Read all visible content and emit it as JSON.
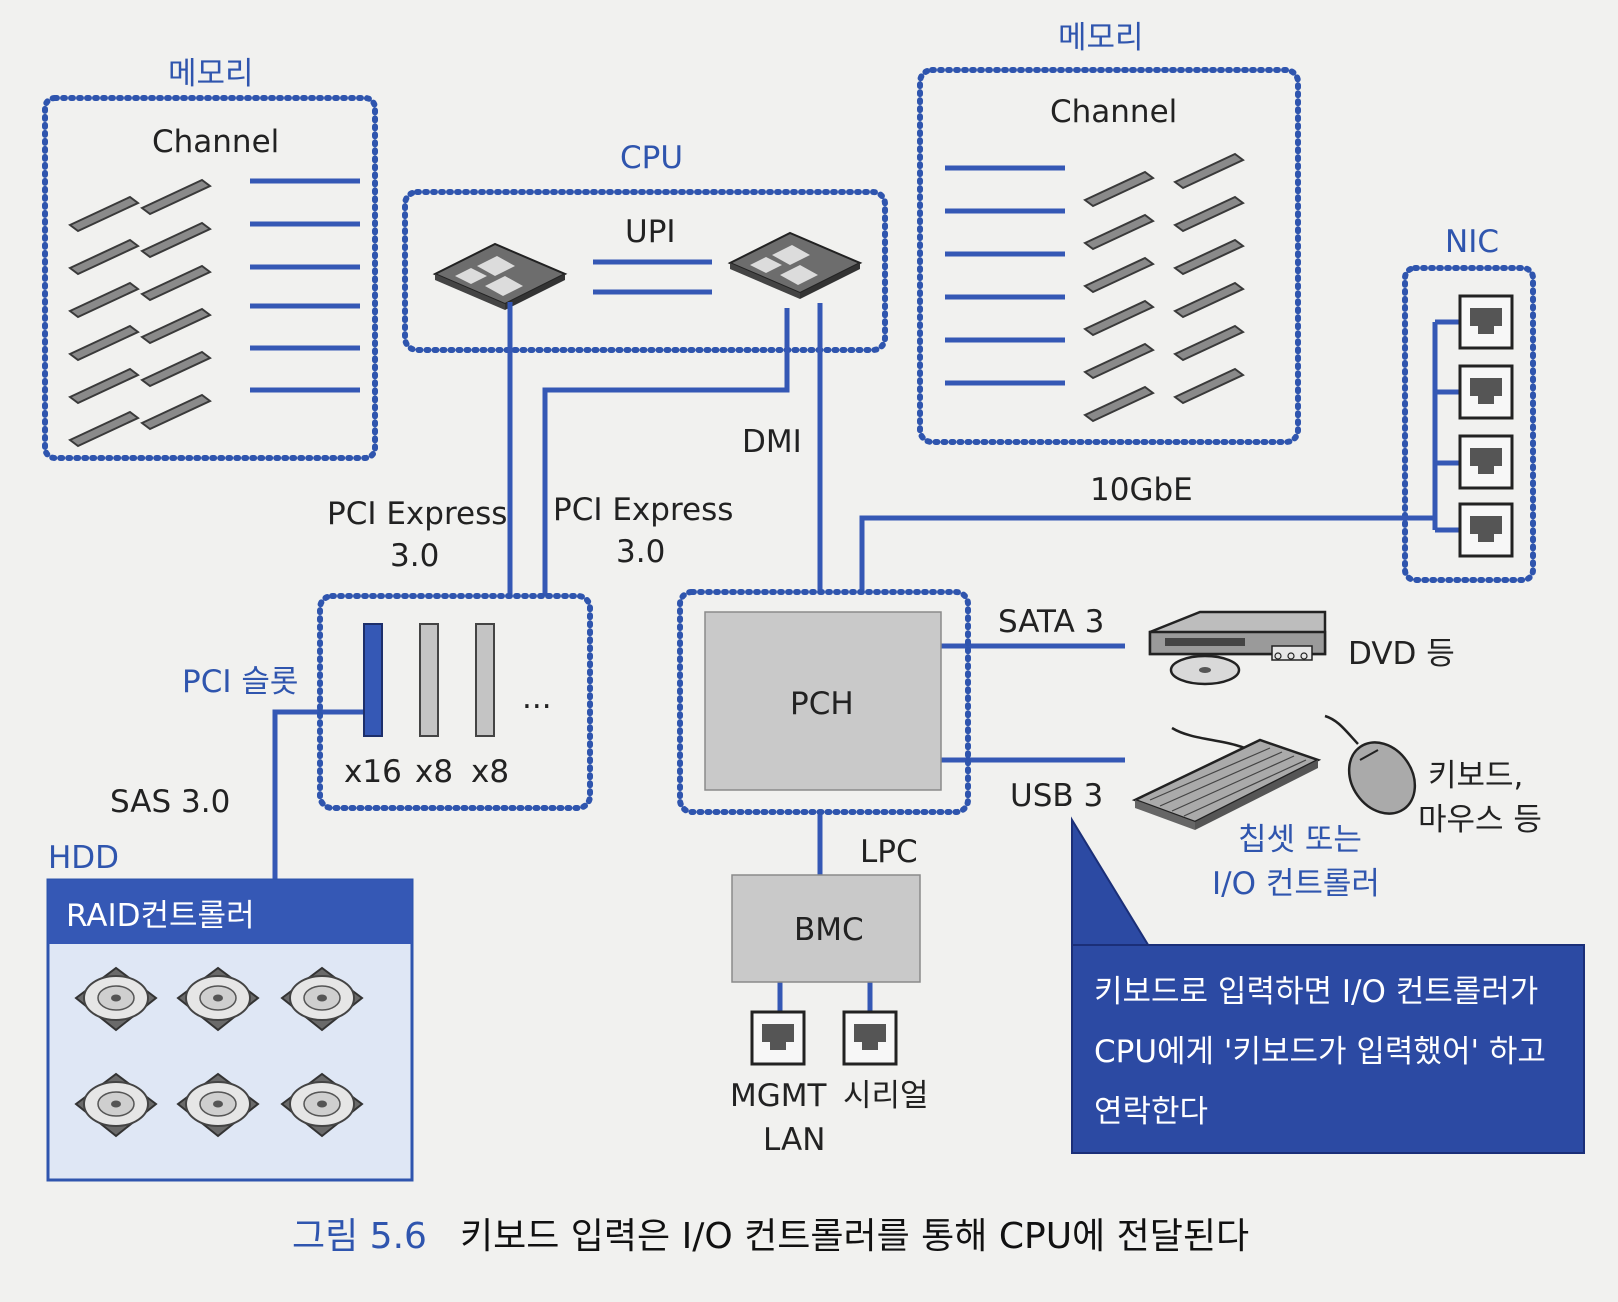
{
  "memory_left": {
    "title": "메모리",
    "channel_label": "Channel"
  },
  "memory_right": {
    "title": "메모리",
    "channel_label": "Channel"
  },
  "cpu": {
    "title": "CPU",
    "upi_label": "UPI"
  },
  "nic": {
    "title": "NIC",
    "link_label": "10GbE"
  },
  "links": {
    "pcie_left": [
      "PCI Express",
      "3.0"
    ],
    "pcie_right": [
      "PCI Express",
      "3.0"
    ],
    "dmi": "DMI",
    "lpc": "LPC",
    "sata": "SATA 3",
    "usb": "USB 3",
    "sas": "SAS 3.0"
  },
  "pci_slots": {
    "title": "PCI 슬롯",
    "slots": [
      "x16",
      "x8",
      "x8"
    ],
    "more": "..."
  },
  "pch": {
    "label": "PCH",
    "caption": [
      "칩셋 또는",
      "I/O 컨트롤러"
    ]
  },
  "bmc": {
    "label": "BMC",
    "ports": [
      [
        "MGMT",
        "LAN"
      ],
      [
        "시리얼"
      ]
    ]
  },
  "hdd": {
    "title": "HDD",
    "controller_label": "RAID컨트롤러"
  },
  "devices": {
    "dvd": "DVD 등",
    "keyboard_mouse": [
      "키보드,",
      "마우스 등"
    ]
  },
  "callout": {
    "lines": [
      "키보드로 입력하면 I/O 컨트롤러가",
      "CPU에게 '키보드가 입력했어' 하고",
      "연락한다"
    ]
  },
  "caption": {
    "figure_number": "그림 5.6",
    "text": "키보드 입력은 I/O 컨트롤러를 통해 CPU에 전달된다"
  },
  "colors": {
    "accent": "#2f55ae",
    "line": "#3558b5",
    "callout_bg": "#2c4aa3",
    "box_gray": "#c9c9c9"
  }
}
